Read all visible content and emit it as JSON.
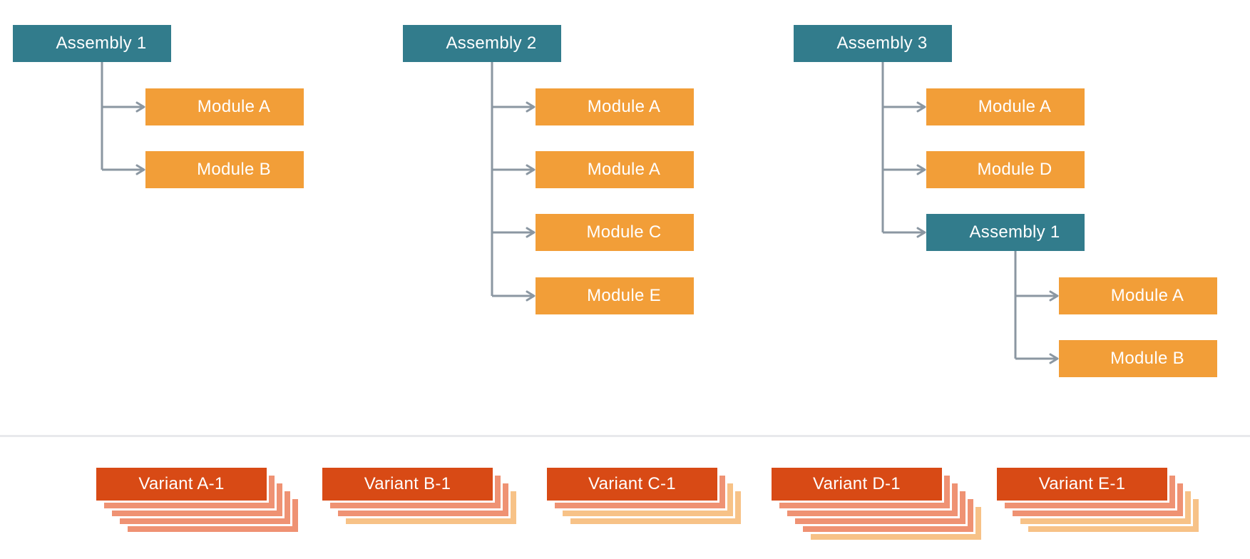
{
  "colors": {
    "background": "#FFFFFF",
    "assembly": "#327C8C",
    "module": "#F29E38",
    "variant": "#D84A15",
    "card_salmon": "#EF9273",
    "card_peach": "#F7C287",
    "connector": "#8B97A2",
    "divider": "#E8E9EC",
    "label_text": "#FFFFFF"
  },
  "trees": [
    {
      "root": {
        "label": "Assembly 1",
        "type": "assembly"
      },
      "children": [
        {
          "label": "Module A",
          "type": "module"
        },
        {
          "label": "Module B",
          "type": "module"
        }
      ]
    },
    {
      "root": {
        "label": "Assembly 2",
        "type": "assembly"
      },
      "children": [
        {
          "label": "Module A",
          "type": "module"
        },
        {
          "label": "Module A",
          "type": "module"
        },
        {
          "label": "Module C",
          "type": "module"
        },
        {
          "label": "Module E",
          "type": "module"
        }
      ]
    },
    {
      "root": {
        "label": "Assembly 3",
        "type": "assembly"
      },
      "children": [
        {
          "label": "Module A",
          "type": "module"
        },
        {
          "label": "Module D",
          "type": "module"
        },
        {
          "label": "Assembly 1",
          "type": "assembly",
          "children": [
            {
              "label": "Module A",
              "type": "module"
            },
            {
              "label": "Module B",
              "type": "module"
            }
          ]
        }
      ]
    }
  ],
  "variants": [
    {
      "label": "Variant A-1",
      "cards": [
        "salmon",
        "salmon",
        "salmon",
        "salmon"
      ]
    },
    {
      "label": "Variant B-1",
      "cards": [
        "salmon",
        "salmon",
        "peach"
      ]
    },
    {
      "label": "Variant C-1",
      "cards": [
        "salmon",
        "peach",
        "peach"
      ]
    },
    {
      "label": "Variant D-1",
      "cards": [
        "salmon",
        "salmon",
        "salmon",
        "salmon",
        "peach"
      ]
    },
    {
      "label": "Variant E-1",
      "cards": [
        "salmon",
        "salmon",
        "peach",
        "peach"
      ]
    }
  ]
}
